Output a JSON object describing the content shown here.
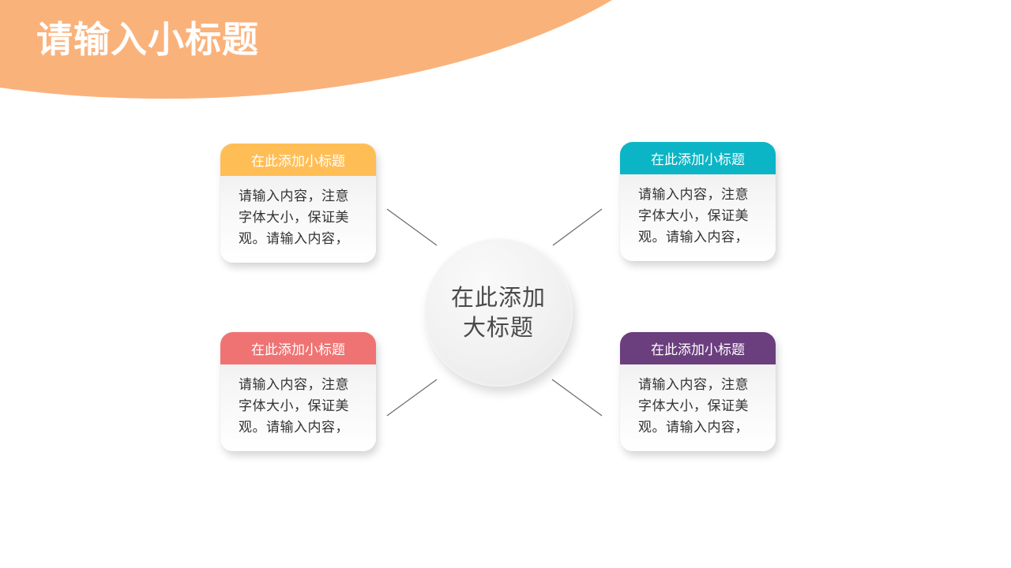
{
  "slide": {
    "title": "请输入小标题",
    "colors": {
      "banner": "#FAB27B",
      "connector": "#6a6a6a"
    }
  },
  "center": {
    "line1": "在此添加",
    "line2": "大标题"
  },
  "cards": [
    {
      "position": "top-left",
      "header": "在此添加小标题",
      "color": "#FFBE55",
      "body": [
        "请输入内容，注意",
        "字体大小，保证美",
        "观。请输入内容，"
      ]
    },
    {
      "position": "top-right",
      "header": "在此添加小标题",
      "color": "#0BB5C5",
      "body": [
        "请输入内容，注意",
        "字体大小，保证美",
        "观。请输入内容，"
      ]
    },
    {
      "position": "bottom-left",
      "header": "在此添加小标题",
      "color": "#EF7373",
      "body": [
        "请输入内容，注意",
        "字体大小，保证美",
        "观。请输入内容，"
      ]
    },
    {
      "position": "bottom-right",
      "header": "在此添加小标题",
      "color": "#6B3E7E",
      "body": [
        "请输入内容，注意",
        "字体大小，保证美",
        "观。请输入内容，"
      ]
    }
  ]
}
